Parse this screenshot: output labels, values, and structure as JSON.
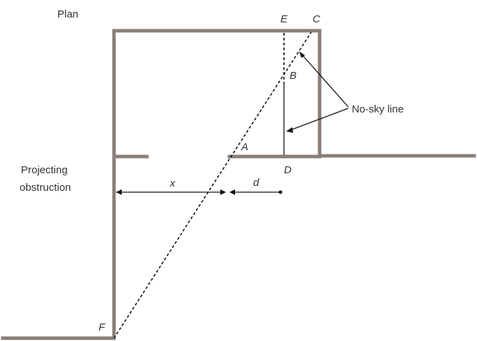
{
  "labels": {
    "plan": "Plan",
    "no_sky_line": "No-sky line",
    "projecting_line1": "Projecting",
    "projecting_line2": "obstruction",
    "x": "x",
    "d": "d"
  },
  "points": {
    "A": "A",
    "B": "B",
    "C": "C",
    "D": "D",
    "E": "E",
    "F": "F"
  },
  "colors": {
    "wall": "#8a7f78",
    "line": "#111111",
    "text": "#333333"
  }
}
